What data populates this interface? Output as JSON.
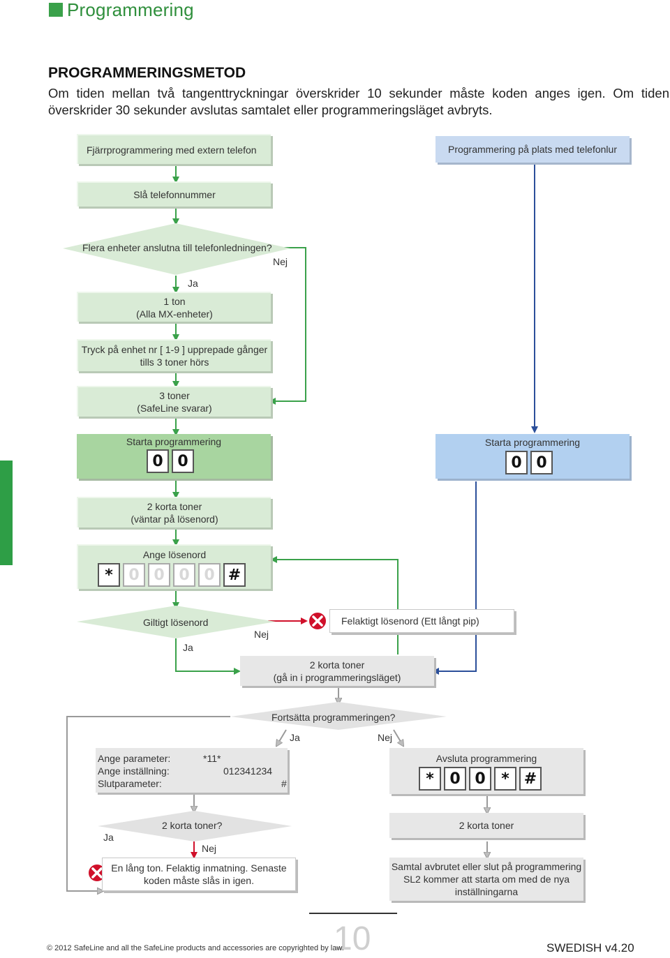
{
  "header": {
    "title": "Programmering"
  },
  "section": {
    "heading": "PROGRAMMERINGSMETOD",
    "intro": "Om tiden mellan två tangenttryckningar överskrider 10 sekunder måste koden anges igen. Om tiden överskrider 30 sekunder avslutas samtalet eller programmeringsläget avbryts."
  },
  "flow": {
    "remote": "Fjärrprogrammering med extern telefon",
    "local": "Programmering på plats med telefonlur",
    "dial": "Slå telefonnummer",
    "multi_q": "Flera enheter anslutna till telefonledningen?",
    "no": "Nej",
    "yes": "Ja",
    "one_tone": "1 ton",
    "one_tone_sub": "(Alla MX-enheter)",
    "press_unit": "Tryck på enhet nr [ 1-9 ] upprepade gånger",
    "press_unit_sub": "tills 3 toner hörs",
    "three_tones": "3 toner",
    "three_tones_sub": "(SafeLine svarar)",
    "start_prog": "Starta programmering",
    "start_keys": [
      "0",
      "0"
    ],
    "two_short": "2 korta toner",
    "two_short_wait": "(väntar på lösenord)",
    "enter_pw": "Ange lösenord",
    "pw_keys": [
      "*",
      "0",
      "0",
      "0",
      "0",
      "#"
    ],
    "valid_pw": "Giltigt lösenord",
    "wrong_pw": "Felaktigt lösenord (Ett långt pip)",
    "two_short_enter": "2 korta toner",
    "two_short_enter_sub": "(gå in i programmeringsläget)",
    "continue_q": "Fortsätta programmeringen?",
    "param_label": "Ange parameter:",
    "param_value": "*11*",
    "setting_label": "Ange inställning:",
    "setting_value": "012341234",
    "end_label": "Slutparameter:",
    "end_value": "#",
    "end_prog": "Avsluta programmering",
    "end_keys": [
      "*",
      "0",
      "0",
      "*",
      "#"
    ],
    "two_short_q": "2 korta toner?",
    "long_tone_1": "En lång ton. Felaktig inmatning. Senaste",
    "long_tone_2": "koden måste slås in igen.",
    "two_short_end": "2 korta toner",
    "cancel_1": "Samtal avbrutet eller slut på programmering",
    "cancel_2": "SL2 kommer att starta om med de nya",
    "cancel_3": "inställningarna"
  },
  "footer": {
    "copyright": "© 2012 SafeLine and all the SafeLine products and accessories are copyrighted by law.",
    "page": "10",
    "version": "SWEDISH v4.20"
  },
  "colors": {
    "green": "#3aa14a",
    "blue": "#2b4f9a",
    "red": "#d0102a"
  }
}
